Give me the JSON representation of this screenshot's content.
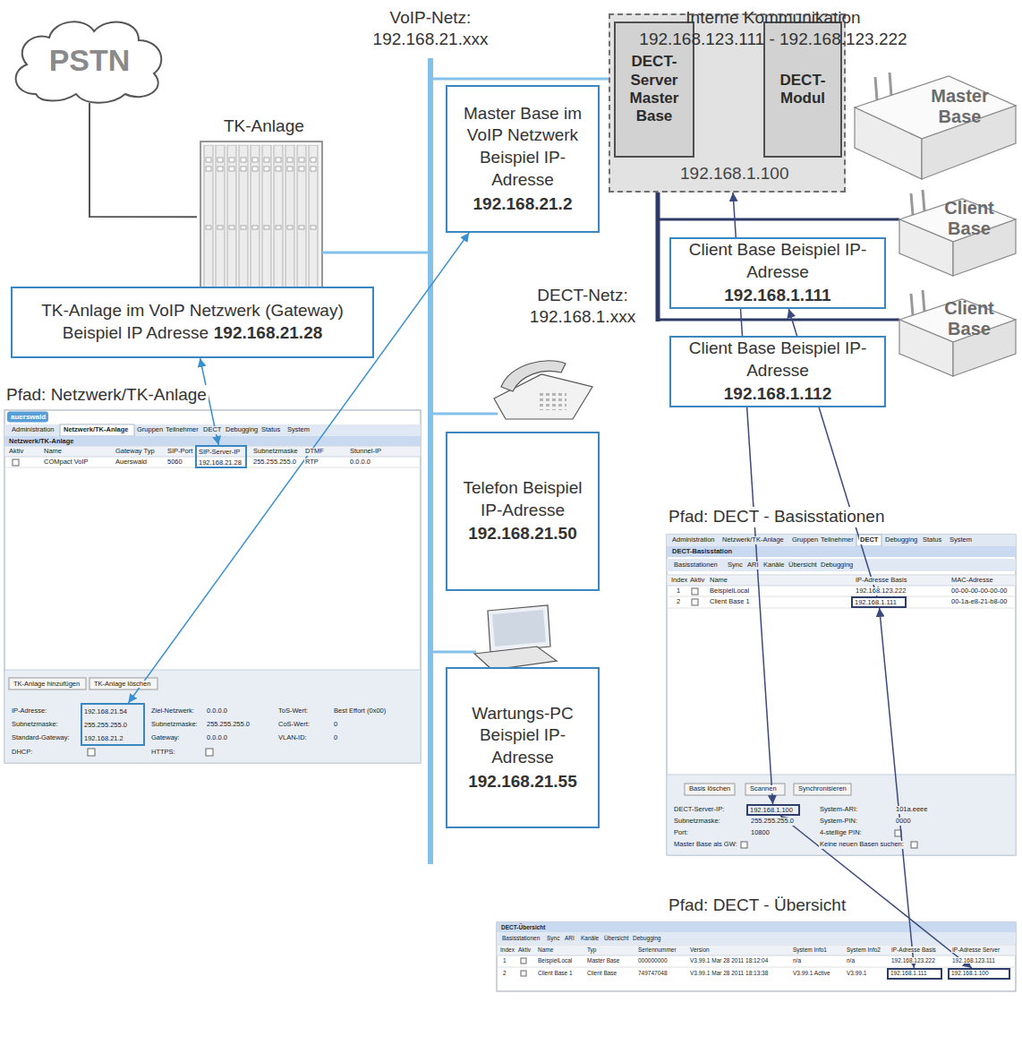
{
  "diagram": {
    "nodes": [
      {
        "text": [
          "PSTN"
        ]
      },
      {
        "text": [
          "TK-Anlage"
        ]
      },
      {
        "text": [
          "Master Base im VoIP Netzwerk Beispiel IP-Adresse",
          "192.168.21.2"
        ]
      },
      {
        "text": [
          "192.168.1.100"
        ]
      },
      {
        "text": [
          "DECT-Server Master Base"
        ],
        "in": 3
      },
      {
        "text": [
          "DECT-Modul"
        ],
        "in": 3
      },
      {
        "text": [
          "Master Base"
        ]
      },
      {
        "text": [
          "Client Base"
        ]
      },
      {
        "text": [
          "Client Base"
        ]
      },
      {
        "text": [
          "Client Base Beispiel IP-Adresse",
          "192.168.1.111"
        ]
      },
      {
        "text": [
          "Client Base Beispiel IP-Adresse",
          "192.168.1.112"
        ]
      },
      {
        "text": [
          "TK-Anlage im VoIP Netzwerk (Gateway) Beispiel IP Adresse",
          "192.168.21.28"
        ]
      },
      {
        "text": [
          "Pfad: Netzwerk/TK-Anlage"
        ]
      },
      {
        "text": [
          "SIP-Server-IP",
          "192.168.21.28"
        ],
        "in": 12
      },
      {
        "text": [
          "192.168.21.54",
          "255.255.255.0",
          "192.168.21.2"
        ],
        "in": 12
      },
      {
        "text": [
          "Telefon Beispiel IP-Adresse",
          "192.168.21.50"
        ]
      },
      {
        "text": [
          "Wartungs-PC Beispiel IP-Adresse",
          "192.168.21.55"
        ]
      },
      {
        "text": [
          "Pfad: DECT - Basisstationen"
        ]
      },
      {
        "text": [
          "192.168.1.111"
        ],
        "in": 17
      },
      {
        "text": [
          "192.168.1.100"
        ],
        "in": 17
      },
      {
        "text": [
          "Pfad: DECT - Übersicht"
        ]
      },
      {
        "text": [
          "192.168.1.111"
        ],
        "in": 20
      },
      {
        "text": [
          "192.168.1.100"
        ],
        "in": 20
      }
    ],
    "edges": [
      {
        "from": 0,
        "to": 1,
        "arrow": "none"
      },
      {
        "from": 4,
        "to": 5,
        "arrow": "none"
      },
      {
        "from": 11,
        "to": 13,
        "arrow": "both"
      },
      {
        "from": 2,
        "to": 14,
        "arrow": "both"
      },
      {
        "from": 3,
        "to": 19,
        "arrow": "both"
      },
      {
        "from": 9,
        "to": 18,
        "arrow": "both"
      },
      {
        "from": 18,
        "to": 21,
        "arrow": "both"
      },
      {
        "from": 19,
        "to": 22,
        "arrow": "both"
      }
    ],
    "labels": [
      "VoIP-Netz: 192.168.21.xxx",
      "Interne Kommunikation 192.168.123.111 - 192.168.123.222",
      "DECT-Netz: 192.168.1.xxx",
      "auerswald",
      "Administration",
      "Netzwerk/TK-Anlage",
      "Gruppen",
      "Teilnehmer",
      "DECT",
      "Debugging",
      "Status",
      "System",
      "Netzwerk/TK-Anlage",
      "Aktiv",
      "Name",
      "Gateway Typ",
      "SIP-Port",
      "Subnetzmaske",
      "DTMF",
      "Stunnel-IP",
      "COMpact VoIP",
      "Auerswald",
      "5060",
      "255.255.255.0",
      "RTP",
      "0.0.0.0",
      "TK-Anlage hinzufügen",
      "TK-Anlage löschen",
      "IP-Adresse:",
      "Subnetzmaske:",
      "Standard-Gateway:",
      "DHCP:",
      "Ziel-Netzwerk:",
      "Subnetzmaske:",
      "Gateway:",
      "HTTPS:",
      "0.0.0.0",
      "255.255.255.0",
      "0.0.0.0",
      "ToS-Wert:",
      "CoS-Wert:",
      "VLAN-ID:",
      "Best Effort (0x00)",
      "0",
      "0",
      "Administration",
      "Netzwerk/TK-Anlage",
      "Gruppen",
      "Teilnehmer",
      "DECT",
      "Debugging",
      "Status",
      "System",
      "DECT-Basisstation",
      "Basisstationen",
      "Sync",
      "ARI",
      "Kanäle",
      "Übersicht",
      "Debugging",
      "Index",
      "Aktiv",
      "Name",
      "IP-Adresse Basis",
      "MAC-Adresse",
      "1",
      "BeispielLocal",
      "192.168.123.222",
      "00-00-00-00-00-00",
      "2",
      "Client Base 1",
      "00-1a-e8-21-b8-00",
      "Basis löschen",
      "Scannen",
      "Synchronisieren",
      "DECT-Server-IP:",
      "Subnetzmaske:",
      "Port:",
      "Master Base als GW:",
      "255.255.255.0",
      "10800",
      "System-ARI:",
      "System-PIN:",
      "4-stellige PIN:",
      "Keine neuen Basen suchen:",
      "101a.eeee",
      "0000",
      "DECT-Übersicht",
      "Basisstationen",
      "Sync",
      "ARI",
      "Kanäle",
      "Übersicht",
      "Debugging",
      "Index",
      "Aktiv",
      "Name",
      "Typ",
      "Seriennummer",
      "Version",
      "System Info1",
      "System Info2",
      "IP-Adresse Basis",
      "IP-Adresse Server",
      "1",
      "BeispielLocal",
      "Master Base",
      "000000000",
      "V3.99.1 Mar 28 2011 18:12:04",
      "n/a",
      "n/a",
      "192.168.123.222",
      "192.168.123.111",
      "2",
      "Client Base 1",
      "Client Base",
      "749747048",
      "V3.99.1 Mar 28 2011 18:13:38",
      "V3.99.1 Active",
      "V3.99.1"
    ]
  }
}
